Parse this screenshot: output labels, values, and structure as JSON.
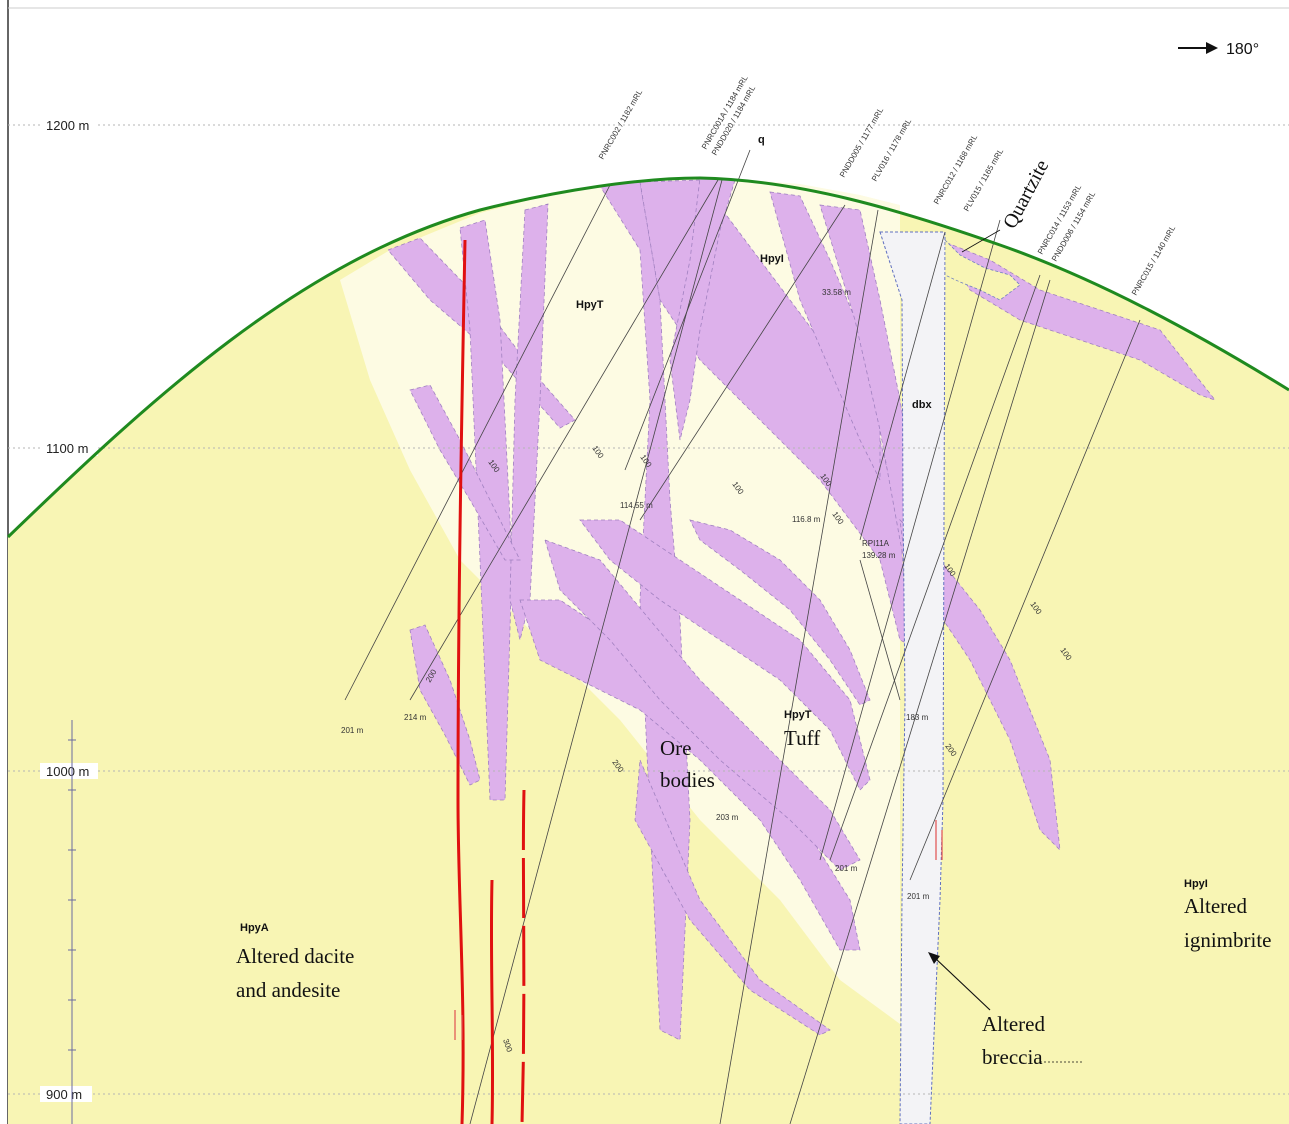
{
  "orientation": {
    "direction_label": "180°"
  },
  "elevations": [
    {
      "label": "1200 m"
    },
    {
      "label": "1100 m"
    },
    {
      "label": "1000 m"
    },
    {
      "label": "900 m"
    }
  ],
  "units": {
    "hpyT_upper": "HpyT",
    "hpyI_upper": "HpyI",
    "dbx": "dbx",
    "hpyT_lower": "HpyT",
    "tuff": "Tuff",
    "ore_line1": "Ore",
    "ore_line2": "bodies",
    "hpyA": "HpyA",
    "dacite_line1": "Altered dacite",
    "dacite_line2": "and andesite",
    "hpyI_right": "HpyI",
    "ignimbrite_line1": "Altered",
    "ignimbrite_line2": "ignimbrite",
    "breccia_line1": "Altered",
    "breccia_line2": "breccia",
    "quartzite": "Quartzite",
    "q": "q"
  },
  "drillholes": [
    "PNRC002 / 1182 mRL",
    "PNRC001A / 1184 mRL",
    "PNDD020 / 1184 mRL",
    "PNDD005 / 1177 mRL",
    "PLV016 / 1178 mRL",
    "PNRC012 / 1168 mRL",
    "PLV015 / 1165 mRL",
    "PNRC014 / 1153 mRL",
    "PNDD006 / 1154 mRL",
    "PNRC015 / 1140 mRL"
  ],
  "depth_labels": [
    "100",
    "100",
    "100",
    "100",
    "100",
    "100",
    "100",
    "100",
    "100",
    "200",
    "200",
    "200",
    "300",
    "201 m",
    "214 m",
    "114.55 m",
    "116.8 m",
    "33.58 m",
    "RPI11A",
    "139.28 m",
    "183 m",
    "203 m",
    "201 m",
    "201 m"
  ],
  "colors": {
    "host_rock": "#f8f5b4",
    "tuff": "#fdfbe3",
    "ore": "#ddb1eb",
    "breccia": "#f3f3f6",
    "topography": "#1f8a1f",
    "fault": "#e01010",
    "grid": "#b5b5b5"
  }
}
